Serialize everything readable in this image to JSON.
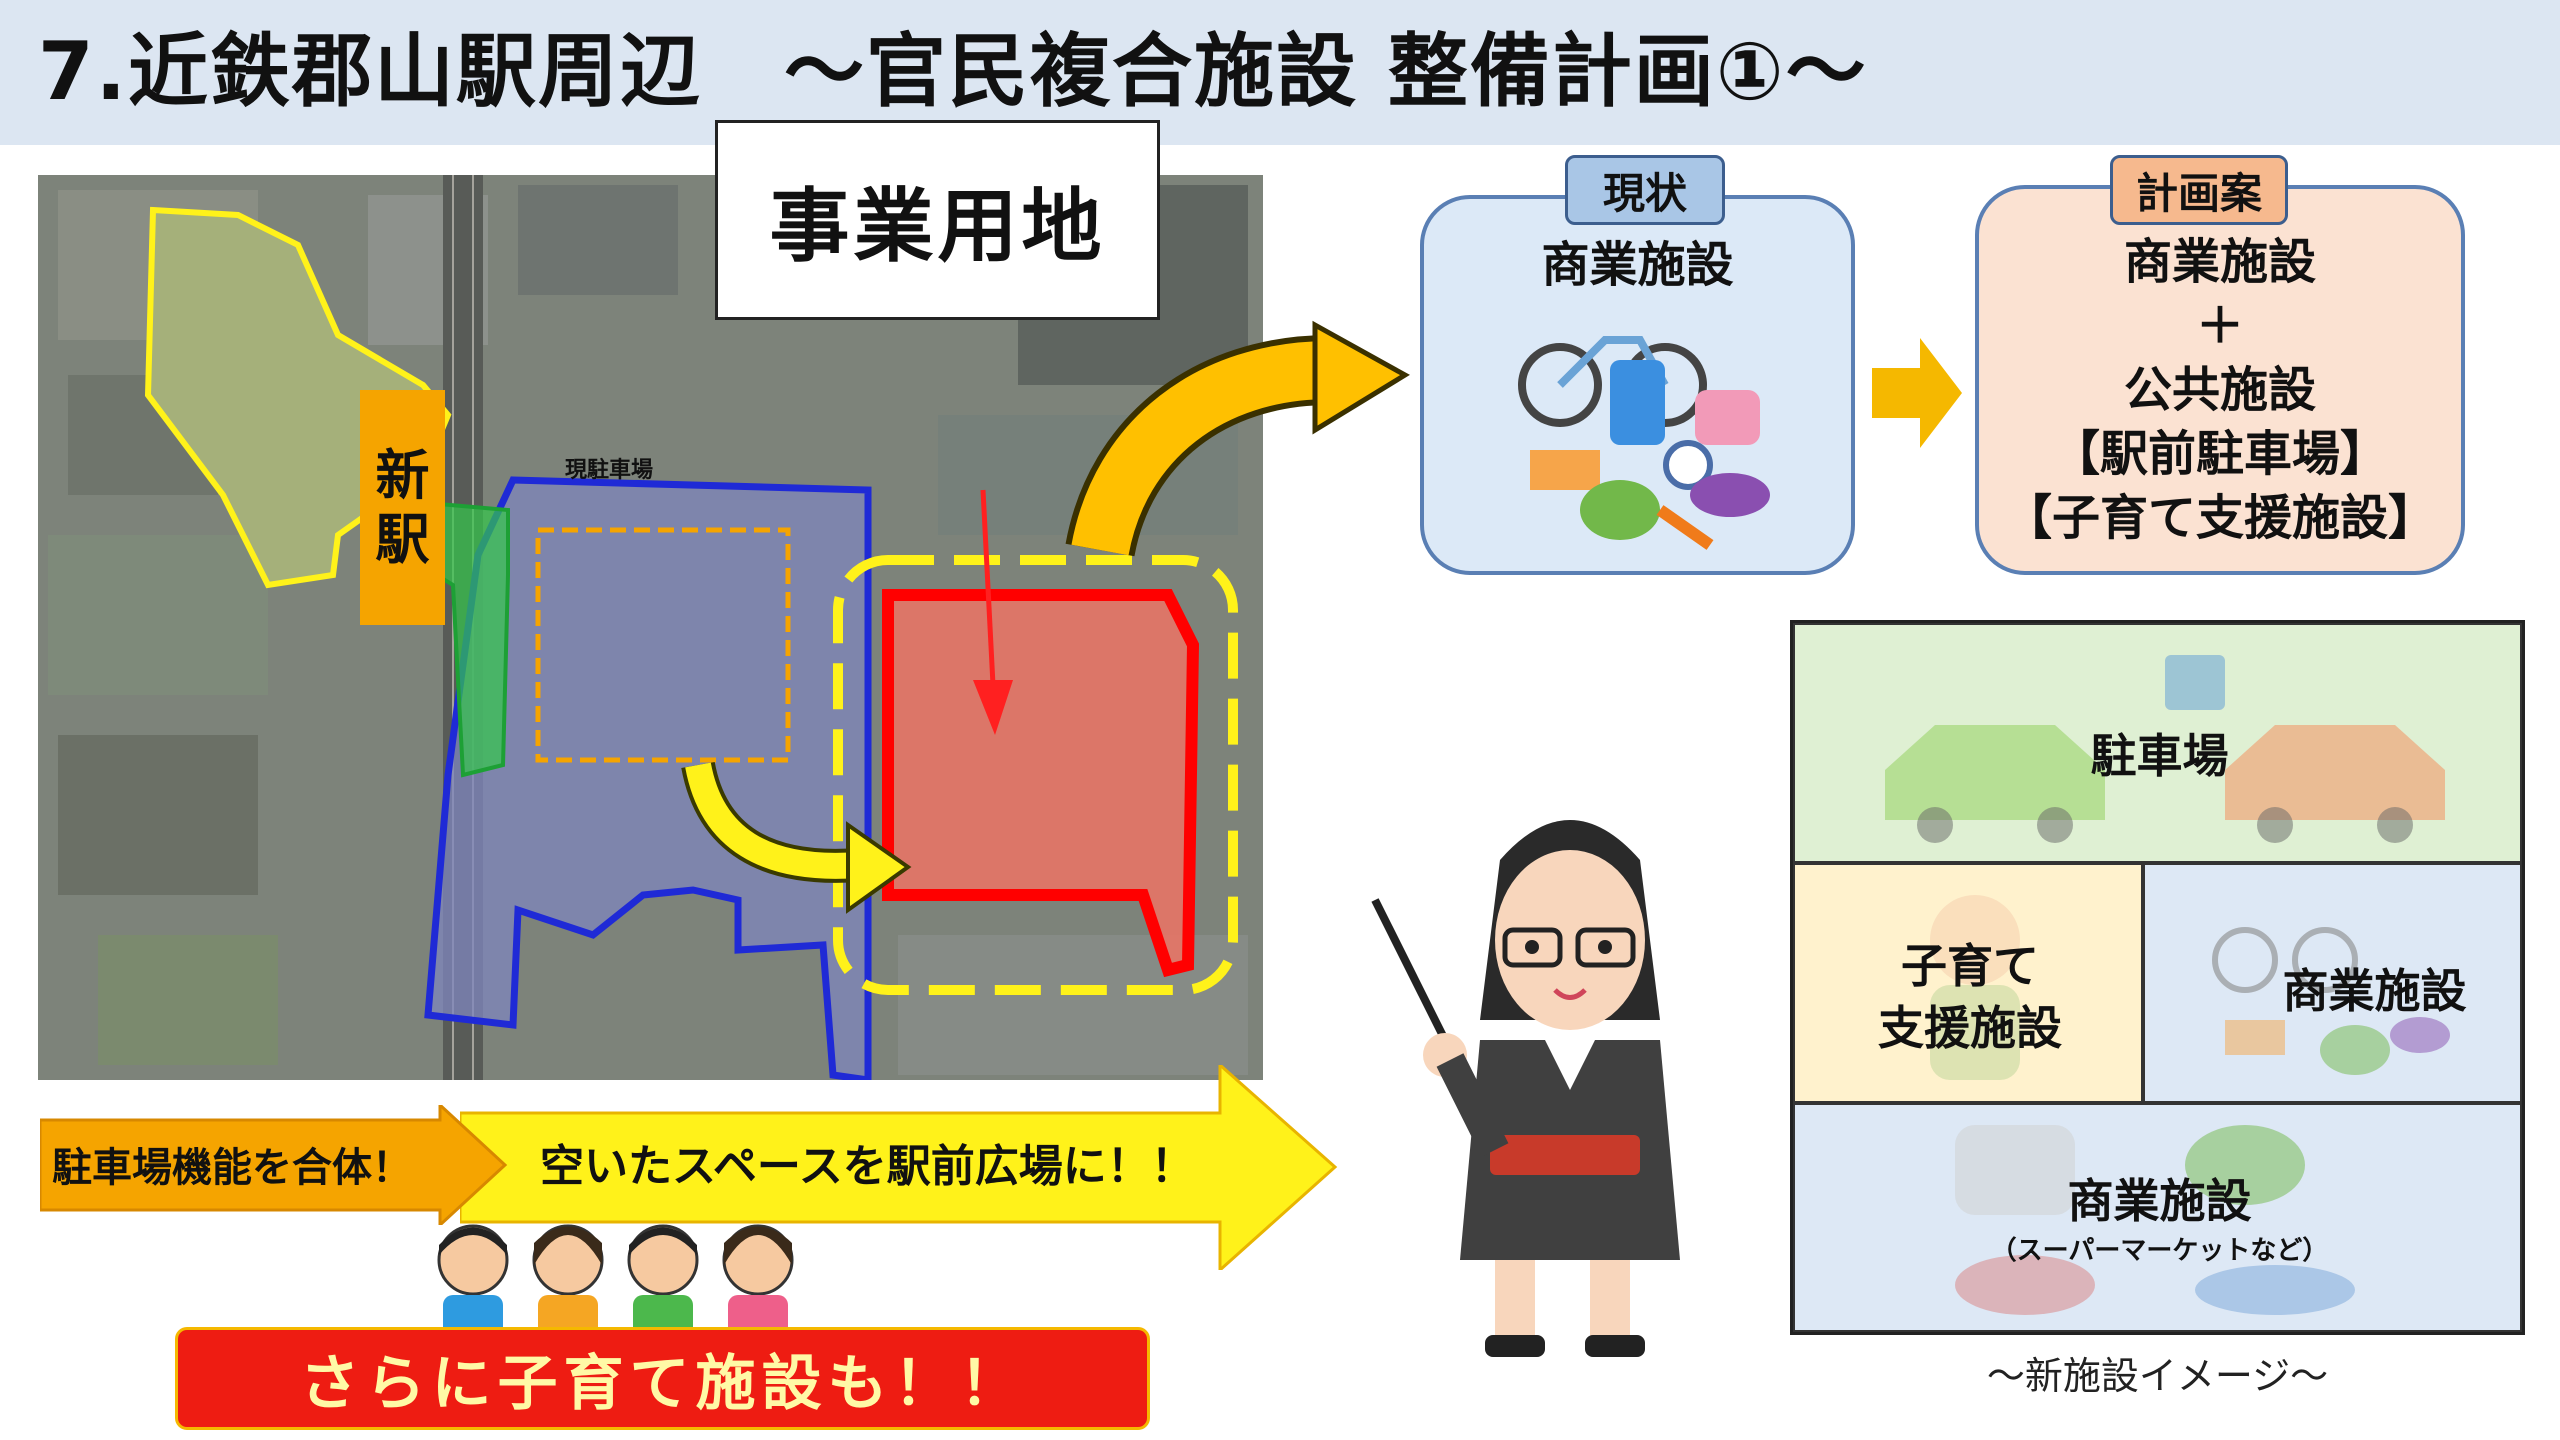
{
  "header": {
    "title": "7.近鉄郡山駅周辺　～官民複合施設 整備計画①～"
  },
  "map": {
    "business_site_label": "事業用地",
    "new_station_label": [
      "新",
      "駅"
    ],
    "parking_label": "現駐車場"
  },
  "callouts": {
    "merge_parking": "駐車場機能を合体！",
    "plaza": "空いたスペースを駅前広場に！！",
    "childcare_banner": "さらに子育て施設も！！"
  },
  "current": {
    "tag": "現状",
    "text": "商業施設"
  },
  "plan": {
    "tag": "計画案",
    "lines": [
      "商業施設",
      "＋",
      "公共施設",
      "【駅前駐車場】",
      "【子育て支援施設】"
    ]
  },
  "facility": {
    "parking": "駐車場",
    "childcare": [
      "子育て",
      "支援施設"
    ],
    "commercial": "商業施設",
    "supermarket": "商業施設",
    "supermarket_note": "（スーパーマーケットなど）",
    "caption": "～新施設イメージ～"
  },
  "colors": {
    "header_bg": "#dce6f2",
    "current_panel": "#dce9f7",
    "plan_panel": "#fbe2d2",
    "arrow_yellow": "#fff21a",
    "arrow_orange": "#f5a400",
    "banner_red": "#ee1c12"
  }
}
